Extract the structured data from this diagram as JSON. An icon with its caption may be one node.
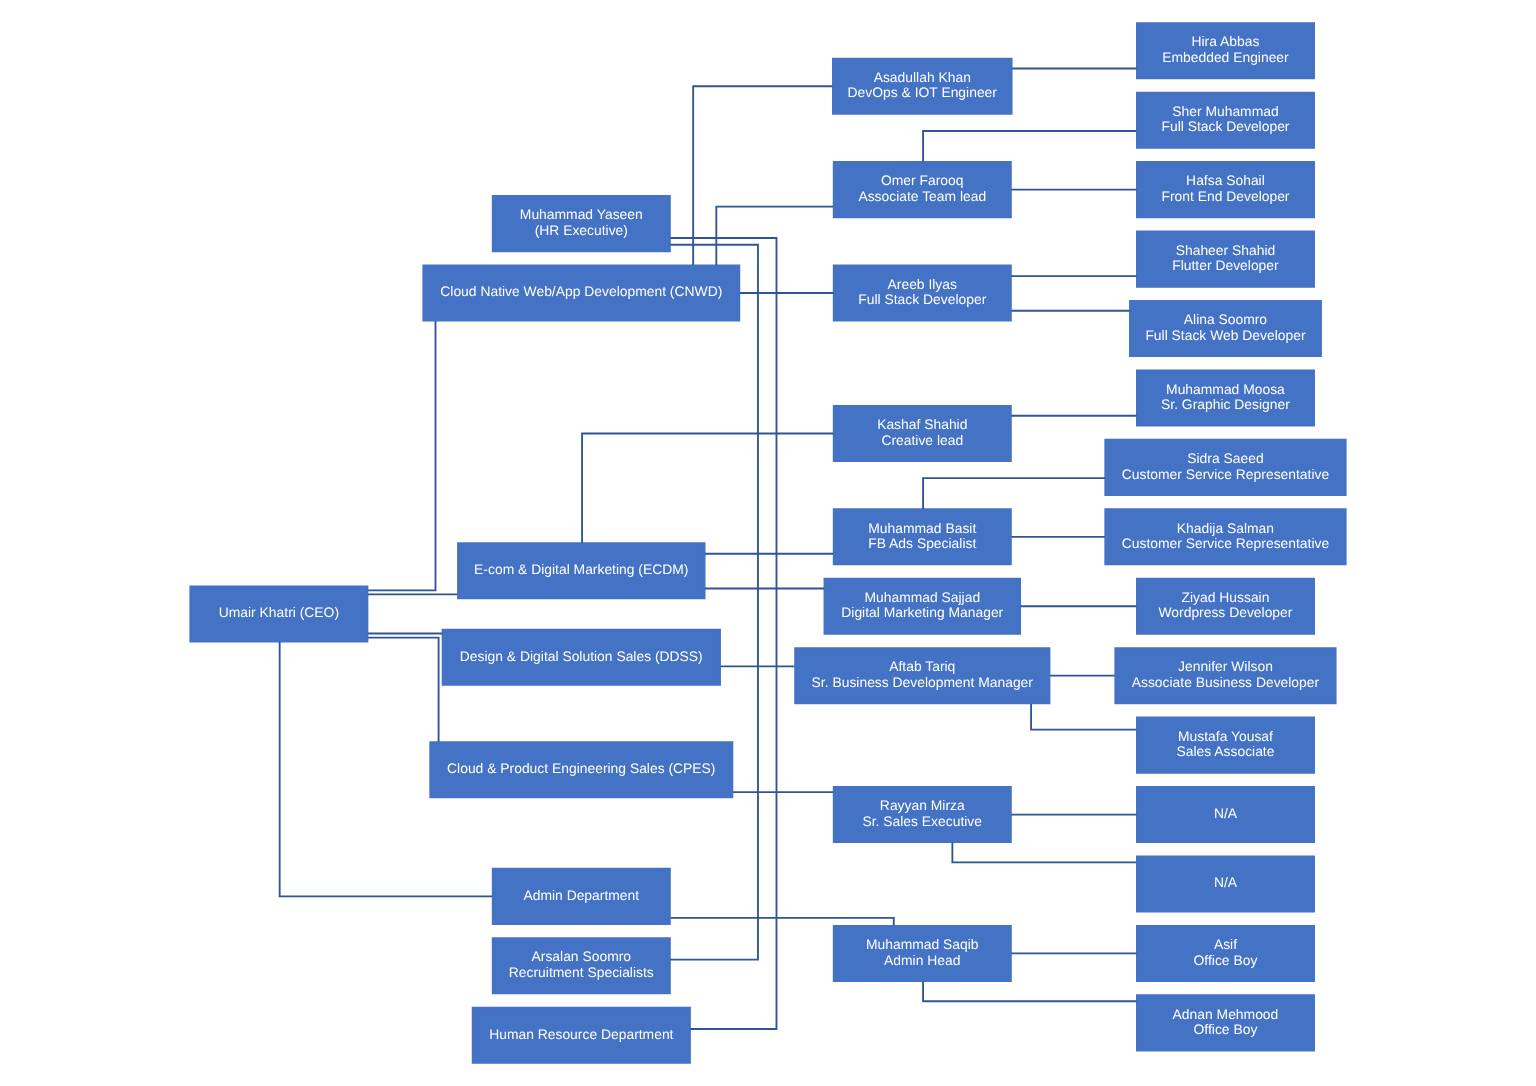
{
  "diagram": {
    "nodes": [
      {
        "text": [
          "Umair Khatri (CEO)"
        ]
      },
      {
        "text": [
          "Human Resource Department"
        ]
      },
      {
        "text": [
          "Muhammad Yaseen",
          "(HR Executive)"
        ]
      },
      {
        "text": [
          "Arsalan Soomro",
          "Recruitment Specialists"
        ]
      },
      {
        "text": [
          "Cloud Native Web/App Development (CNWD)"
        ]
      },
      {
        "text": [
          "E-com & Digital Marketing (ECDM)"
        ]
      },
      {
        "text": [
          "Design & Digital Solution Sales (DDSS)"
        ]
      },
      {
        "text": [
          "Cloud & Product Engineering Sales (CPES)"
        ]
      },
      {
        "text": [
          "Admin Department"
        ]
      },
      {
        "text": [
          "Asadullah Khan",
          "DevOps & IOT Engineer"
        ]
      },
      {
        "text": [
          "Omer Farooq",
          "Associate Team lead"
        ]
      },
      {
        "text": [
          "Areeb Ilyas",
          "Full Stack Developer"
        ]
      },
      {
        "text": [
          "Kashaf Shahid",
          "Creative lead"
        ]
      },
      {
        "text": [
          "Muhammad Basit",
          "FB Ads Specialist"
        ]
      },
      {
        "text": [
          "Muhammad Sajjad",
          "Digital Marketing Manager"
        ]
      },
      {
        "text": [
          "Aftab Tariq",
          "Sr. Business Development Manager"
        ]
      },
      {
        "text": [
          "Rayyan Mirza",
          "Sr. Sales Executive"
        ]
      },
      {
        "text": [
          "Muhammad Saqib",
          "Admin Head"
        ]
      },
      {
        "text": [
          "Hira Abbas",
          "Embedded Engineer"
        ]
      },
      {
        "text": [
          "Sher Muhammad",
          "Full Stack Developer"
        ]
      },
      {
        "text": [
          "Hafsa Sohail",
          "Front End Developer"
        ]
      },
      {
        "text": [
          "Shaheer Shahid",
          "Flutter Developer"
        ]
      },
      {
        "text": [
          "Alina Soomro",
          "Full Stack Web Developer"
        ]
      },
      {
        "text": [
          "Muhammad Moosa",
          "Sr. Graphic Designer"
        ]
      },
      {
        "text": [
          "Sidra Saeed",
          "Customer Service Representative"
        ]
      },
      {
        "text": [
          "Khadija Salman",
          "Customer Service Representative"
        ]
      },
      {
        "text": [
          "Ziyad Hussain",
          "Wordpress Developer"
        ]
      },
      {
        "text": [
          "Jennifer Wilson",
          "Associate Business Developer"
        ]
      },
      {
        "text": [
          "Mustafa Yousaf",
          "Sales Associate"
        ]
      },
      {
        "text": [
          "N/A"
        ]
      },
      {
        "text": [
          "N/A"
        ]
      },
      {
        "text": [
          "Asif",
          "Office Boy"
        ]
      },
      {
        "text": [
          "Adnan Mehmood",
          "Office Boy"
        ]
      }
    ],
    "edges": [
      {
        "from": 1,
        "to": 2,
        "arrow": "none"
      },
      {
        "from": 2,
        "to": 3,
        "arrow": "none"
      },
      {
        "from": 0,
        "to": 4,
        "arrow": "none"
      },
      {
        "from": 0,
        "to": 5,
        "arrow": "none"
      },
      {
        "from": 0,
        "to": 6,
        "arrow": "none"
      },
      {
        "from": 0,
        "to": 7,
        "arrow": "none"
      },
      {
        "from": 0,
        "to": 8,
        "arrow": "none"
      },
      {
        "from": 4,
        "to": 9,
        "arrow": "none"
      },
      {
        "from": 4,
        "to": 10,
        "arrow": "none"
      },
      {
        "from": 4,
        "to": 11,
        "arrow": "none"
      },
      {
        "from": 5,
        "to": 12,
        "arrow": "none"
      },
      {
        "from": 5,
        "to": 13,
        "arrow": "none"
      },
      {
        "from": 5,
        "to": 14,
        "arrow": "none"
      },
      {
        "from": 6,
        "to": 15,
        "arrow": "none"
      },
      {
        "from": 7,
        "to": 16,
        "arrow": "none"
      },
      {
        "from": 8,
        "to": 17,
        "arrow": "none"
      },
      {
        "from": 9,
        "to": 18,
        "arrow": "none"
      },
      {
        "from": 10,
        "to": 19,
        "arrow": "none"
      },
      {
        "from": 10,
        "to": 20,
        "arrow": "none"
      },
      {
        "from": 11,
        "to": 21,
        "arrow": "none"
      },
      {
        "from": 11,
        "to": 22,
        "arrow": "none"
      },
      {
        "from": 12,
        "to": 23,
        "arrow": "none"
      },
      {
        "from": 13,
        "to": 24,
        "arrow": "none"
      },
      {
        "from": 13,
        "to": 25,
        "arrow": "none"
      },
      {
        "from": 14,
        "to": 26,
        "arrow": "none"
      },
      {
        "from": 15,
        "to": 27,
        "arrow": "none"
      },
      {
        "from": 15,
        "to": 28,
        "arrow": "none"
      },
      {
        "from": 16,
        "to": 29,
        "arrow": "none"
      },
      {
        "from": 16,
        "to": 30,
        "arrow": "none"
      },
      {
        "from": 17,
        "to": 31,
        "arrow": "none"
      },
      {
        "from": 17,
        "to": 32,
        "arrow": "none"
      }
    ]
  }
}
